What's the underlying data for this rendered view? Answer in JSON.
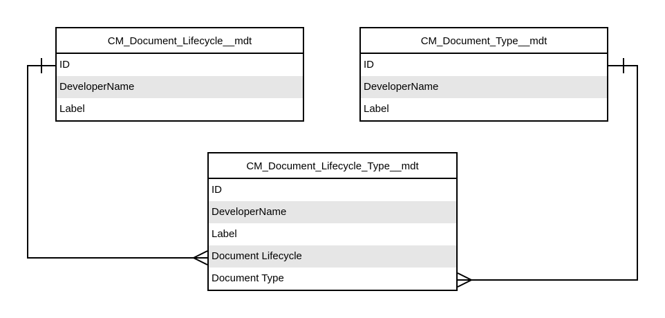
{
  "diagram": {
    "colors": {
      "background": "#ffffff",
      "stroke": "#000000",
      "row_alt": "#e6e6e6",
      "text": "#000000"
    },
    "tables": {
      "lifecycle": {
        "title": "CM_Document_Lifecycle__mdt",
        "fields": [
          "ID",
          "DeveloperName",
          "Label"
        ]
      },
      "doc_type": {
        "title": "CM_Document_Type__mdt",
        "fields": [
          "ID",
          "DeveloperName",
          "Label"
        ]
      },
      "junction": {
        "title": "CM_Document_Lifecycle_Type__mdt",
        "fields": [
          "ID",
          "DeveloperName",
          "Label",
          "Document Lifecycle",
          "Document Type"
        ]
      }
    },
    "relationships": [
      {
        "from_table": "CM_Document_Lifecycle__mdt",
        "from_field": "ID",
        "from_cardinality": "one",
        "to_table": "CM_Document_Lifecycle_Type__mdt",
        "to_field": "Document Lifecycle",
        "to_cardinality": "many"
      },
      {
        "from_table": "CM_Document_Type__mdt",
        "from_field": "ID",
        "from_cardinality": "one",
        "to_table": "CM_Document_Lifecycle_Type__mdt",
        "to_field": "Document Type",
        "to_cardinality": "many"
      }
    ]
  }
}
